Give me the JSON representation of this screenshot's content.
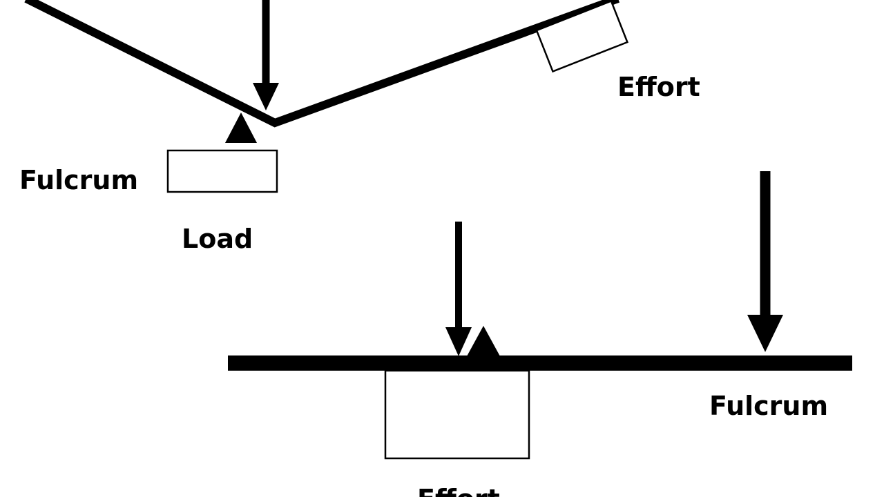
{
  "diagram": {
    "upper": {
      "fulcrum_label": "Fulcrum",
      "load_label": "Load",
      "effort_label": "Effort"
    },
    "lower": {
      "fulcrum_label": "Fulcrum",
      "effort_label": "Effort"
    }
  },
  "colors": {
    "ink": "#000000",
    "background": "#ffffff"
  }
}
